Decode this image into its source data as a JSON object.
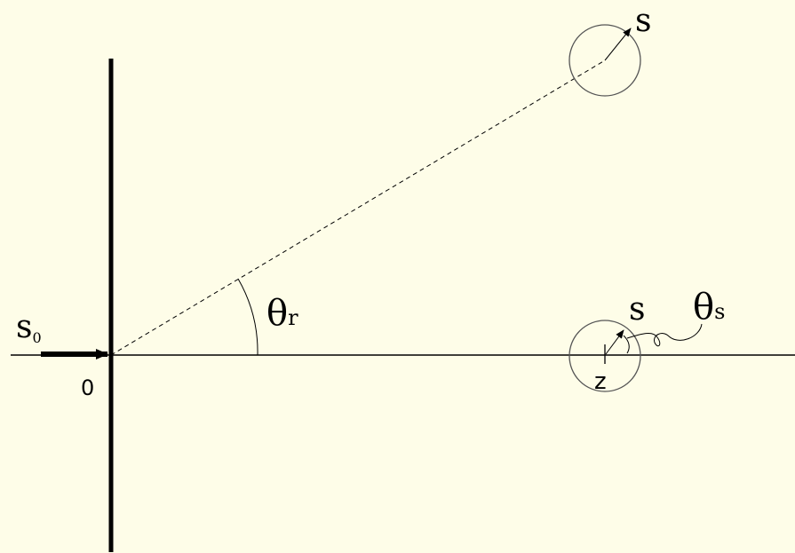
{
  "colors": {
    "background": "#fefde8",
    "ink": "#000000",
    "circle": "#555555"
  },
  "labels": {
    "incident_base": "s",
    "incident_sub": "0",
    "origin": "0",
    "angle_r_symbol": "θ",
    "angle_r_sub": "r",
    "scatter_top": "s",
    "scatter_bottom": "s",
    "angle_s_symbol": "θ",
    "angle_s_sub": "s",
    "z_label": "z"
  }
}
